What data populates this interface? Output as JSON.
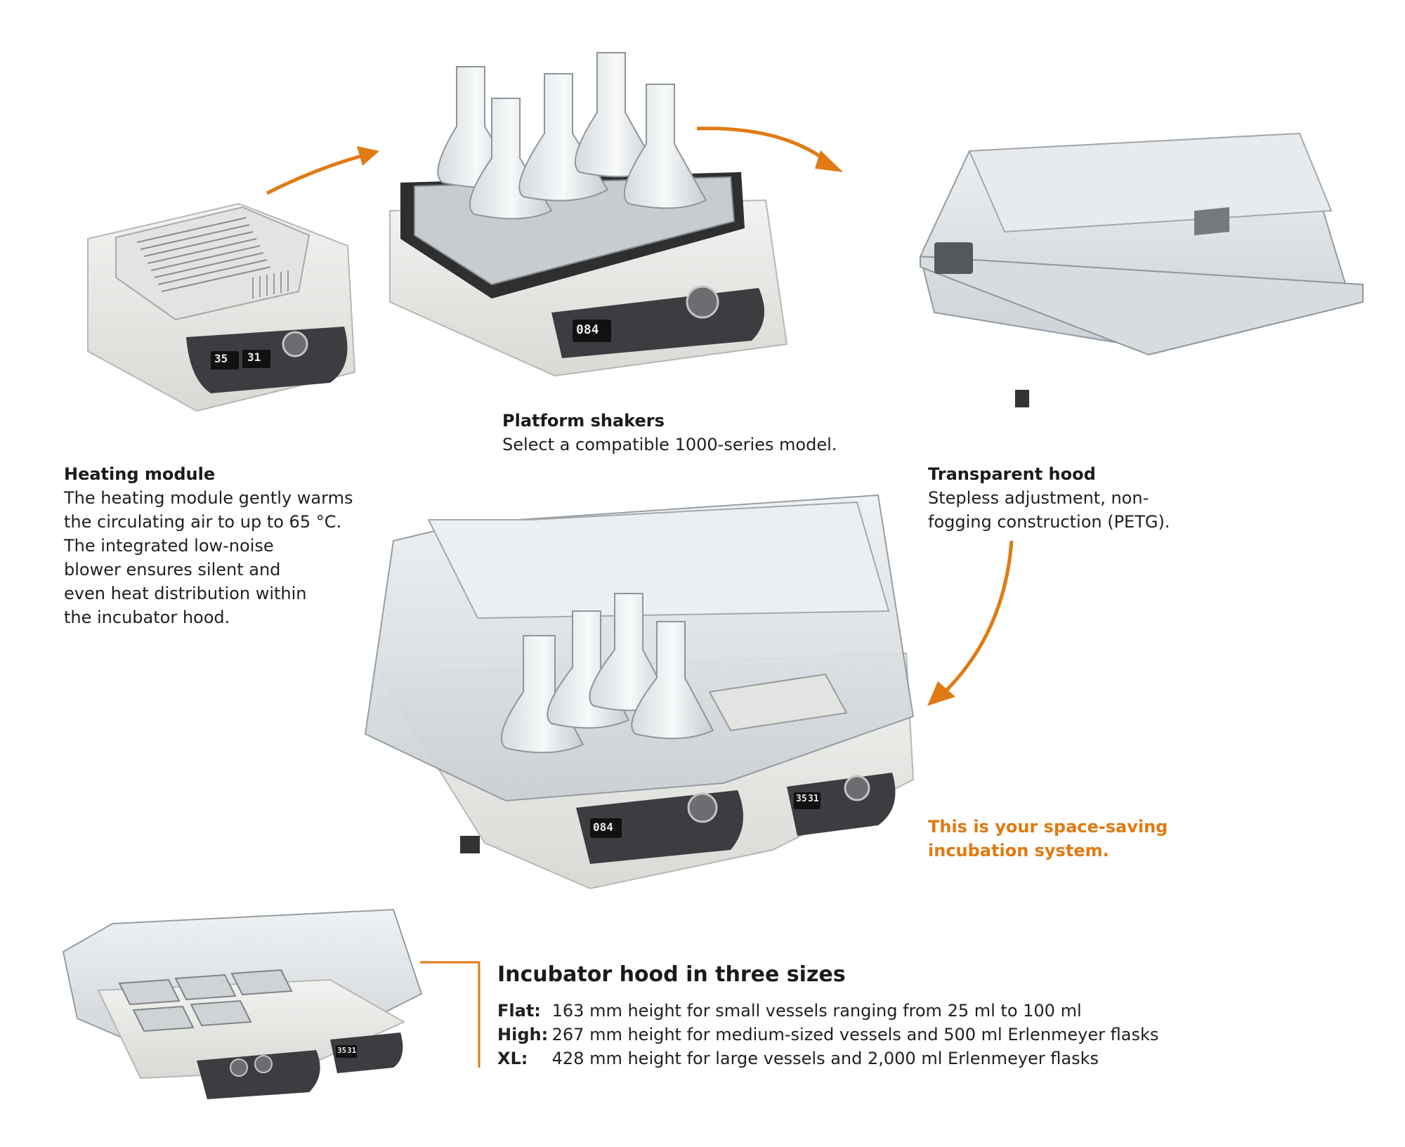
{
  "captions": {
    "platform": {
      "title": "Platform shakers",
      "body": "Select a compatible 1000-series model."
    },
    "heating": {
      "title": "Heating module",
      "lines": [
        "The heating module gently warms",
        "the circulating air to up to 65 °C.",
        "The integrated low-noise",
        "blower ensures silent and",
        "even heat distribution within",
        "the incubator hood."
      ]
    },
    "hood": {
      "title": "Transparent hood",
      "lines": [
        "Stepless adjustment, non-",
        "fogging construction (PETG)."
      ]
    },
    "system": {
      "lines": [
        "This is your space-saving",
        "incubation system."
      ]
    }
  },
  "sizes": {
    "title": "Incubator hood in three sizes",
    "rows": [
      {
        "key": "Flat:",
        "text": "163 mm height for small vessels ranging from 25 ml to 100 ml"
      },
      {
        "key": "High:",
        "text": "267 mm height for medium-sized vessels and 500 ml Erlenmeyer flasks"
      },
      {
        "key": "XL:",
        "text": "428 mm height for large vessels and 2,000 ml Erlenmeyer flasks"
      }
    ]
  },
  "displays": {
    "heater_set": "35",
    "heater_act": "31",
    "shaker_speed": "084",
    "combo_speed": "084",
    "combo_set": "35",
    "combo_act": "31",
    "small_set": "35",
    "small_act": "31"
  },
  "colors": {
    "accent": "#e07a12",
    "device_body": "#e9e9e7",
    "panel": "#3c3d40",
    "hood": "#dfe3e6"
  }
}
